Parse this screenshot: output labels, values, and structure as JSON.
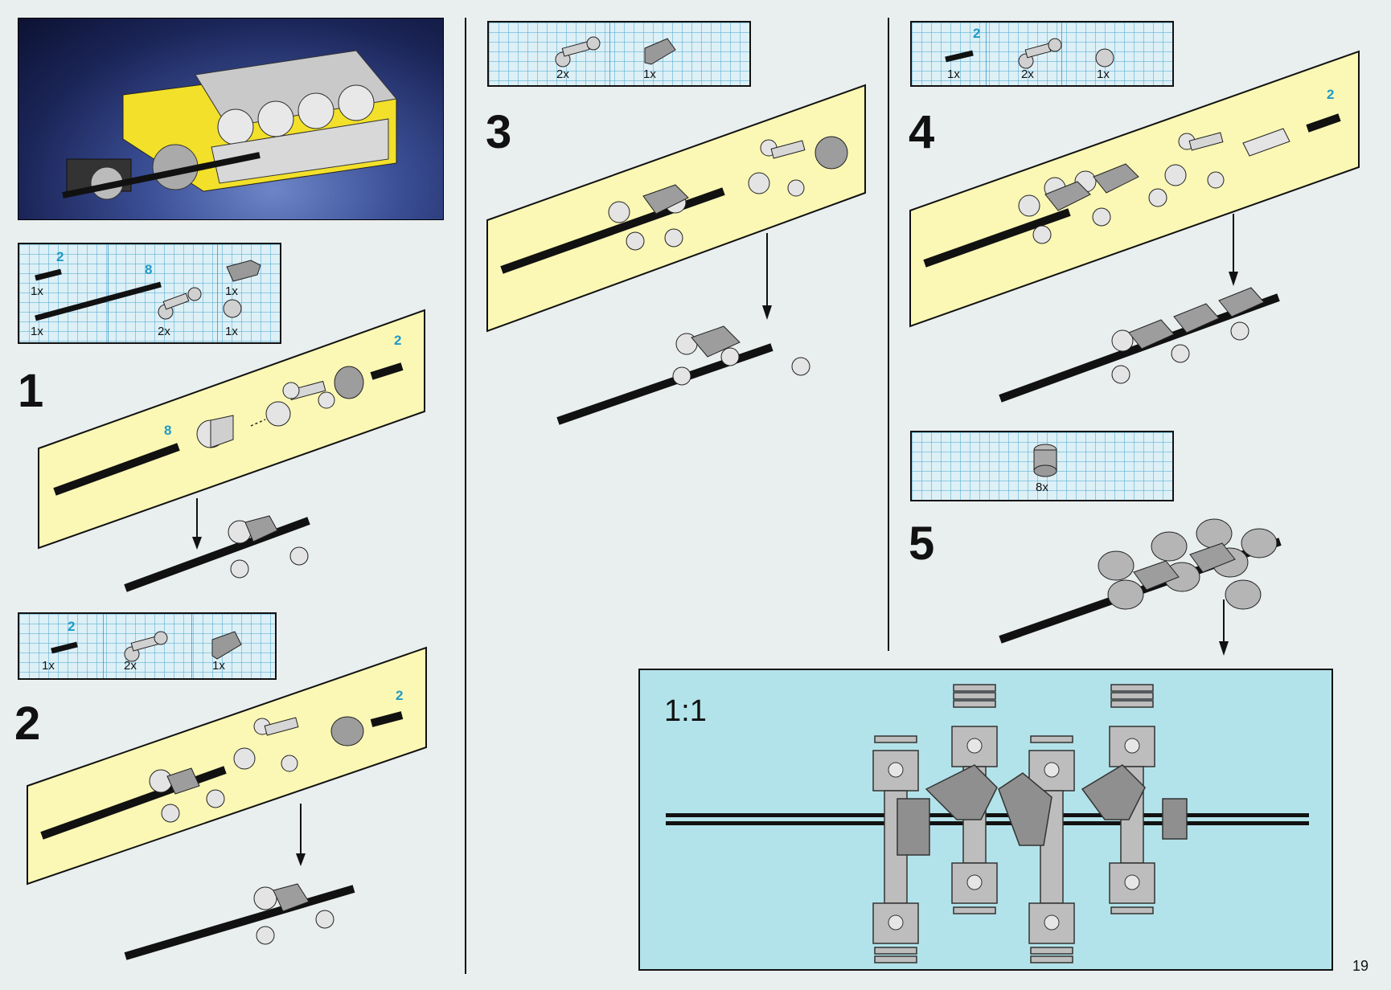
{
  "page": {
    "number": "19"
  },
  "steps": {
    "s1": "1",
    "s2": "2",
    "s3": "3",
    "s4": "4",
    "s5": "5"
  },
  "parts": {
    "step1": {
      "axle2_count": "2",
      "axle8_count": "8",
      "axle2_qty": "1x",
      "axle8_qty": "1x",
      "connector_qty": "2x",
      "crank_qty": "1x",
      "bush_qty": "1x"
    },
    "step2": {
      "axle_count": "2",
      "axle_qty": "1x",
      "connector_qty": "2x",
      "crank_qty": "1x"
    },
    "step3": {
      "connector_qty": "2x",
      "crank_qty": "1x"
    },
    "step4": {
      "axle_count": "2",
      "axle_qty": "1x",
      "connector_qty": "2x",
      "bush_qty": "1x"
    },
    "step5": {
      "piston_qty": "8x"
    }
  },
  "callouts": {
    "step1_axle": "2",
    "step1_long_axle": "8",
    "step2_axle": "2",
    "step4_axle": "2"
  },
  "scale_box": {
    "label": "1:1"
  },
  "colors": {
    "yellow_panel": "#fbf8b5",
    "blue_box": "#b3e3ea",
    "count_blue": "#1e9ac9",
    "part_gray": "#bcbcbc"
  }
}
